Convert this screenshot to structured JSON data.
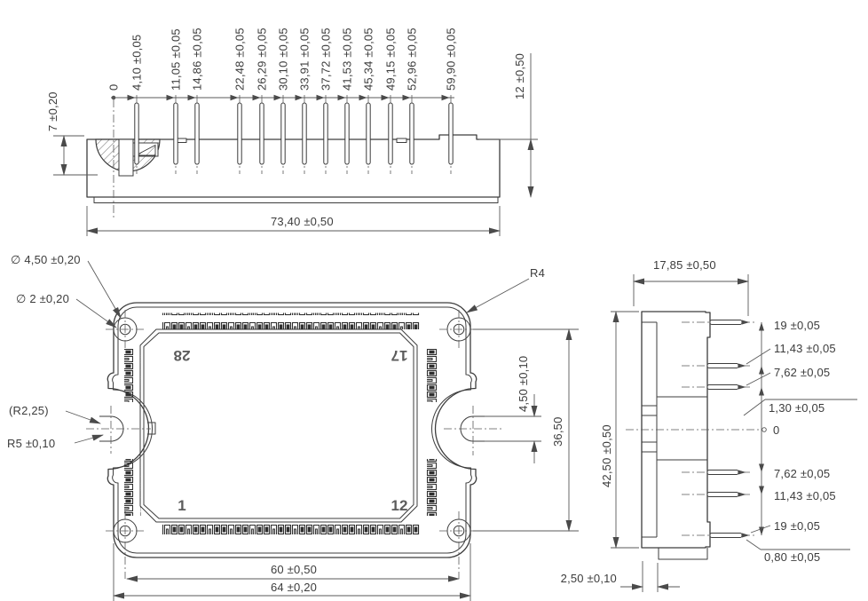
{
  "top_view": {
    "origin_label": "0",
    "pin_positions": [
      "4,10 ±0,05",
      "11,05 ±0,05",
      "14,86 ±0,05",
      "22,48 ±0,05",
      "26,29 ±0,05",
      "30,10 ±0,05",
      "33,91 ±0,05",
      "37,72 ±0,05",
      "41,53 ±0,05",
      "45,34 ±0,05",
      "49,15 ±0,05",
      "52,96 ±0,05",
      "59,90 ±0,05"
    ],
    "hole_depth": "7 ±0,20",
    "body_height": "12 ±0,50",
    "overall_width": "73,40 ±0,50"
  },
  "front_view": {
    "hole_outer_dia": "∅ 4,50 ±0,20",
    "hole_inner_dia": "∅ 2 ±0,20",
    "corner_radius": "R4",
    "notch_small_radius": "(R2,25)",
    "notch_radius": "R5 ±0,10",
    "pin_top_left": "28",
    "pin_top_right": "17",
    "pin_bottom_left": "1",
    "pin_bottom_right": "12",
    "slot_height": "4,50 ±0,10",
    "hole_spacing_v": "36,50",
    "hole_spacing_h": "60 ±0,50",
    "width": "64 ±0,20"
  },
  "side_view": {
    "depth": "17,85 ±0,50",
    "height": "42,50 ±0,50",
    "zero_label": "0",
    "rows_above": [
      "19 ±0,05",
      "11,43 ±0,05",
      "7,62 ±0,05"
    ],
    "pin_width_top": "1,30 ±0,05",
    "rows_below": [
      "7,62 ±0,05",
      "11,43 ±0,05",
      "19 ±0,05"
    ],
    "pin_width_bottom": "0,80 ±0,05",
    "offset": "2,50 ±0,10"
  }
}
